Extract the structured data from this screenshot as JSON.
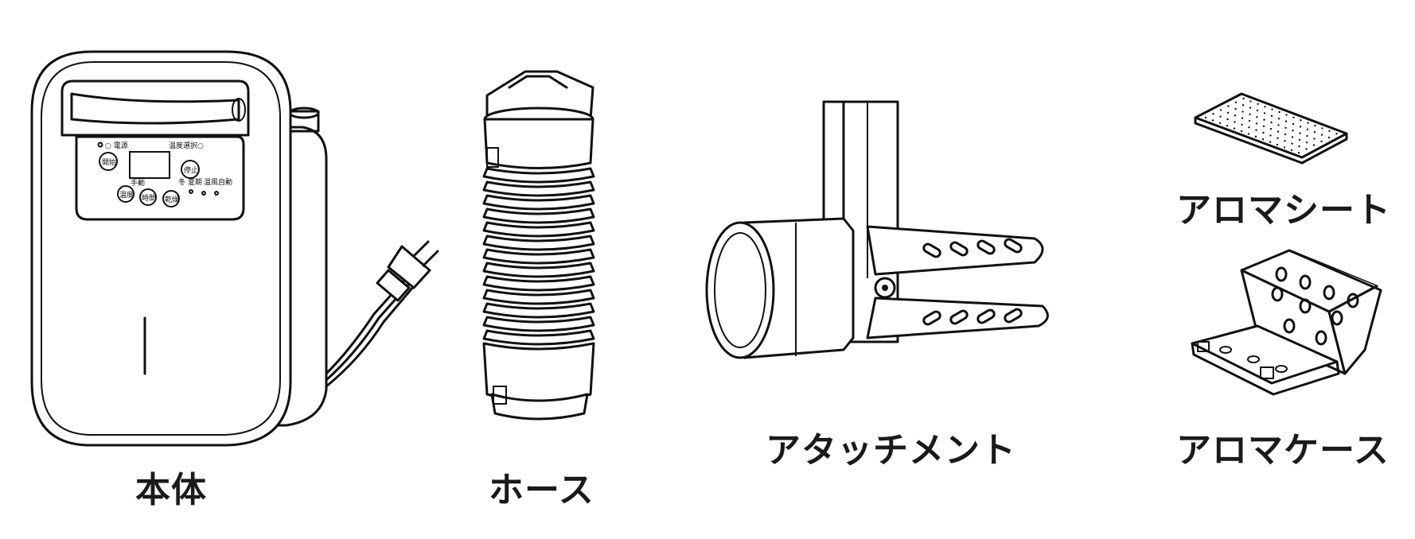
{
  "items": [
    {
      "key": "body",
      "label": "本体"
    },
    {
      "key": "hose",
      "label": "ホース"
    },
    {
      "key": "attachment",
      "label": "アタッチメント"
    },
    {
      "key": "aroma_sheet",
      "label": "アロマシート"
    },
    {
      "key": "aroma_case",
      "label": "アロマケース"
    }
  ],
  "control_panel": {
    "power_indicator": "○ 電源",
    "mode_indicator": "温度選択○",
    "buttons": [
      "開始",
      "停止",
      "温度",
      "時間",
      "乾燥"
    ],
    "small_labels": [
      "手動",
      "冬",
      "夏期",
      "温風",
      "自動"
    ]
  }
}
